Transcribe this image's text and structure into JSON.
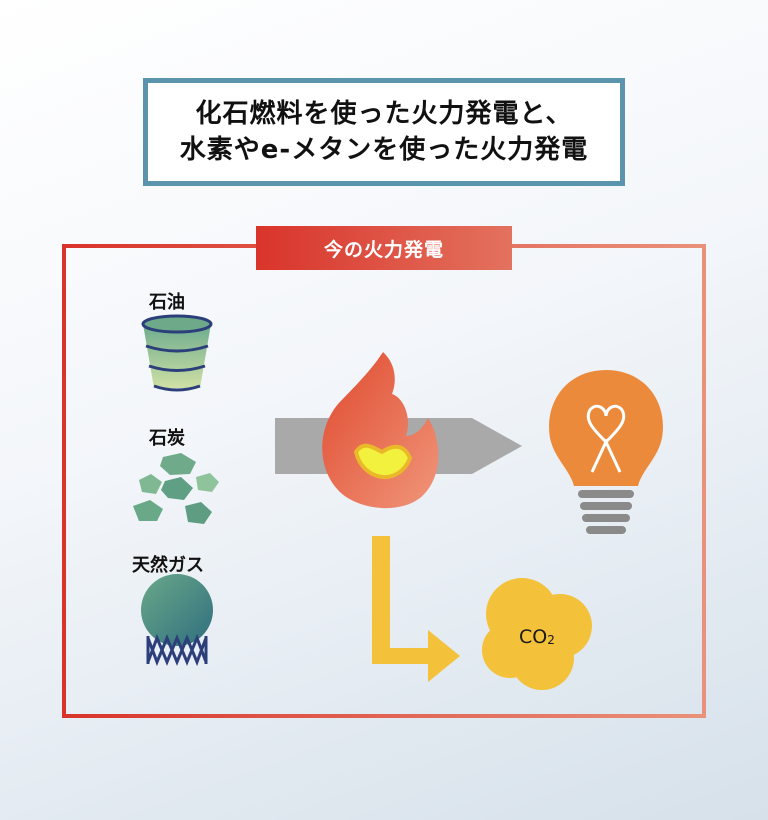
{
  "title": {
    "line1": "化石燃料を使った火力発電と、",
    "line2": "水素やe-メタンを使った火力発電"
  },
  "frame": {
    "tag": "今の火力発電"
  },
  "fuels": {
    "oil": "石油",
    "coal": "石炭",
    "gas": "天然ガス"
  },
  "co2": {
    "main": "CO",
    "sub": "2"
  },
  "colors": {
    "title_border": "#5b94ad",
    "frame_red": "#d9342b",
    "frame_pink": "#e9917a",
    "fuel_green": "#7fb48f",
    "bulb_orange": "#ec8a3b",
    "co2_yellow": "#f3c13a",
    "arrow_gray": "#a9a9a9"
  }
}
